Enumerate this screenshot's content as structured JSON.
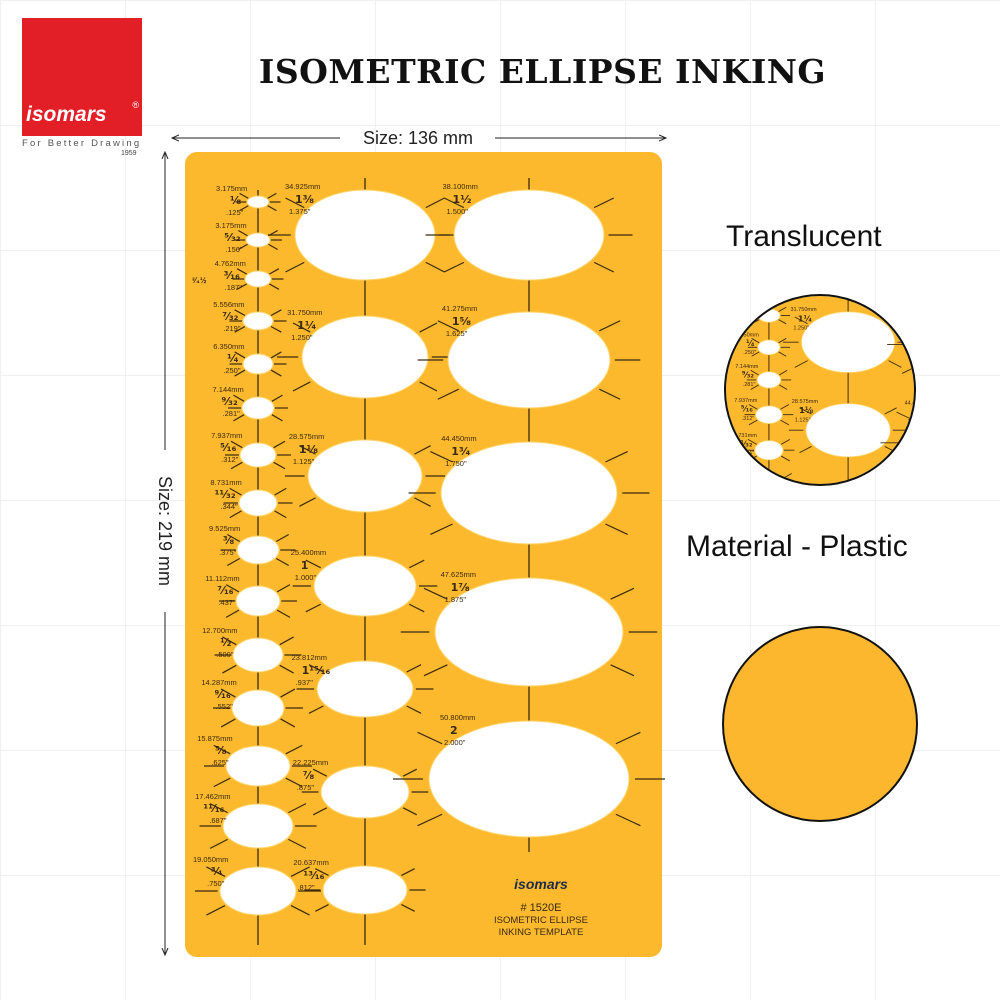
{
  "header": {
    "title": "ISOMETRIC ELLIPSE INKING"
  },
  "logo": {
    "brand": "isomars",
    "registered": "®",
    "tagline": "For Better Drawing",
    "year": "1959"
  },
  "dimensions": {
    "width_label": "Size: 136 mm",
    "height_label": "Size: 219 mm"
  },
  "captions": {
    "translucent": "Translucent",
    "material": "Material - Plastic"
  },
  "colors": {
    "template": "#FDB92E",
    "logo_red": "#E21F26",
    "ink": "#3a2a10"
  },
  "template": {
    "brand": "isomars",
    "model": "# 1520E",
    "name_line1": "ISOMETRIC ELLIPSE",
    "name_line2": "INKING TEMPLATE",
    "stray_text": "³⁄₄½",
    "columns": [
      {
        "ellipses": [
          {
            "mm": "3.175mm",
            "fraction": "¹⁄₈",
            "inch": ".125\""
          },
          {
            "mm": "3.175mm",
            "fraction": "⁵⁄₃₂",
            "inch": ".156\""
          },
          {
            "mm": "4.762mm",
            "fraction": "³⁄₁₆",
            "inch": ".187\""
          },
          {
            "mm": "5.556mm",
            "fraction": "⁷⁄₃₂",
            "inch": ".219\""
          },
          {
            "mm": "6.350mm",
            "fraction": "¹⁄₄",
            "inch": ".250\""
          },
          {
            "mm": "7.144mm",
            "fraction": "⁹⁄₃₂",
            "inch": ".281\""
          },
          {
            "mm": "7.937mm",
            "fraction": "⁵⁄₁₆",
            "inch": ".312\""
          },
          {
            "mm": "8.731mm",
            "fraction": "¹¹⁄₃₂",
            "inch": ".344\""
          },
          {
            "mm": "9.525mm",
            "fraction": "³⁄₈",
            "inch": ".375\""
          },
          {
            "mm": "11.112mm",
            "fraction": "⁷⁄₁₆",
            "inch": ".437\""
          },
          {
            "mm": "12.700mm",
            "fraction": "¹⁄₂",
            "inch": ".500\""
          },
          {
            "mm": "14.287mm",
            "fraction": "⁹⁄₁₆",
            "inch": ".552\""
          },
          {
            "mm": "15.875mm",
            "fraction": "⁵⁄₈",
            "inch": ".625\""
          },
          {
            "mm": "17.462mm",
            "fraction": "¹¹⁄₁₆",
            "inch": ".687\""
          },
          {
            "mm": "19.050mm",
            "fraction": "³⁄₄",
            "inch": ".750\""
          }
        ]
      },
      {
        "ellipses": [
          {
            "mm": "34.925mm",
            "fraction": "1³⁄₈",
            "inch": "1.375\""
          },
          {
            "mm": "31.750mm",
            "fraction": "1¹⁄₄",
            "inch": "1.250\""
          },
          {
            "mm": "28.575mm",
            "fraction": "1¹⁄₈",
            "inch": "1.125\""
          },
          {
            "mm": "25.400mm",
            "fraction": "1",
            "inch": "1.000\""
          },
          {
            "mm": "23.812mm",
            "fraction": "1¹⁵⁄₁₆",
            "inch": ".937\""
          },
          {
            "mm": "22.225mm",
            "fraction": "⁷⁄₈",
            "inch": ".875\""
          },
          {
            "mm": "20.637mm",
            "fraction": "¹³⁄₁₆",
            "inch": ".812\""
          }
        ]
      },
      {
        "ellipses": [
          {
            "mm": "38.100mm",
            "fraction": "1¹⁄₂",
            "inch": "1.500\""
          },
          {
            "mm": "41.275mm",
            "fraction": "1⁵⁄₈",
            "inch": "1.625\""
          },
          {
            "mm": "44.450mm",
            "fraction": "1³⁄₄",
            "inch": "1.750\""
          },
          {
            "mm": "47.625mm",
            "fraction": "1⁷⁄₈",
            "inch": "1.875\""
          },
          {
            "mm": "50.800mm",
            "fraction": "2",
            "inch": "2.000\""
          }
        ]
      }
    ]
  }
}
